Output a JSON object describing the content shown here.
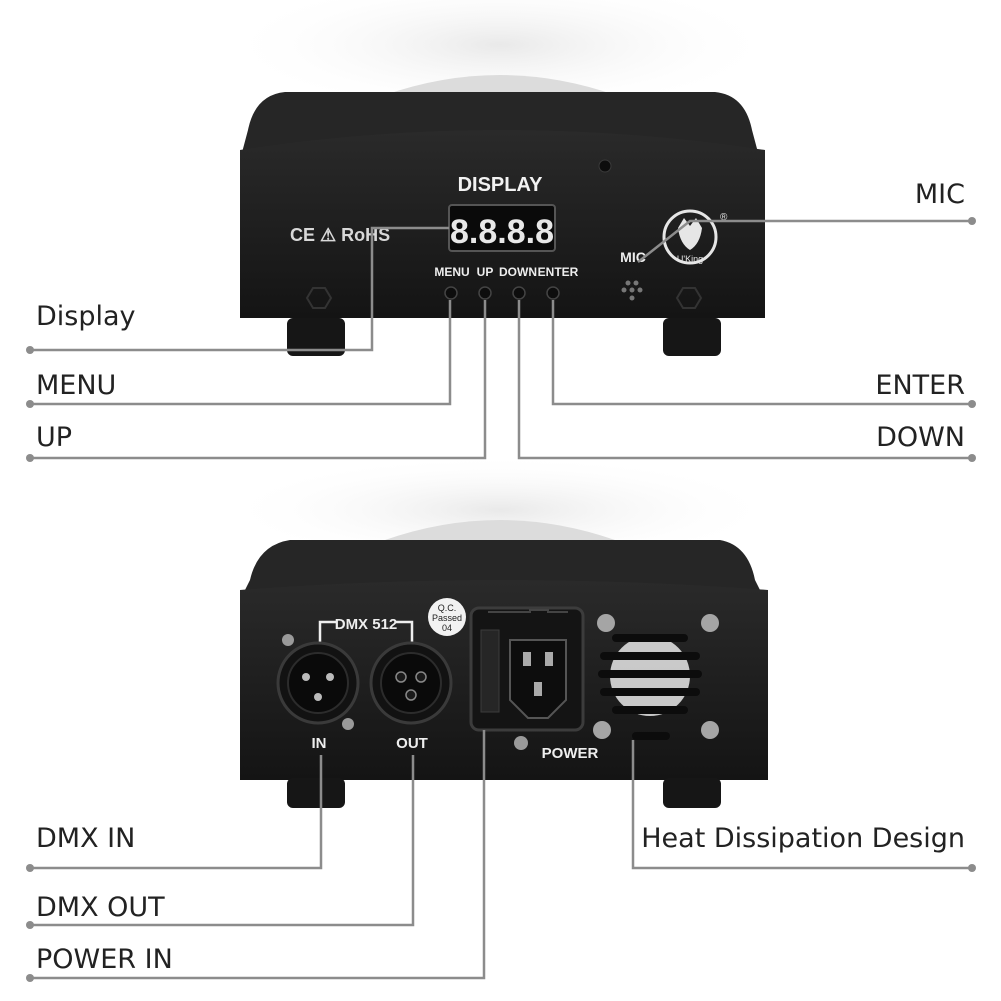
{
  "top_panel": {
    "title": "DISPLAY",
    "certifications": "CE ⚠ RoHS",
    "led_readout": "8.8.8.8",
    "button_labels": [
      "MENU",
      "UP",
      "DOWN",
      "ENTER"
    ],
    "mic_label": "MIC",
    "brand": "U'King",
    "brand_mark": "®"
  },
  "bottom_panel": {
    "dmx_label": "DMX 512",
    "qc_sticker": [
      "Q.C.",
      "Passed",
      "04"
    ],
    "port_in": "IN",
    "port_out": "OUT",
    "power_label": "POWER"
  },
  "callouts": {
    "mic": "MIC",
    "display": "Display",
    "menu": "MENU",
    "enter": "ENTER",
    "up": "UP",
    "down": "DOWN",
    "dmx_in": "DMX IN",
    "heat": "Heat Dissipation Design",
    "dmx_out": "DMX OUT",
    "power_in": "POWER IN"
  },
  "colors": {
    "body": "#1c1c1c",
    "leader_line": "#8c8c8c",
    "label_text": "#222222",
    "panel_text": "#f2f2f2"
  }
}
